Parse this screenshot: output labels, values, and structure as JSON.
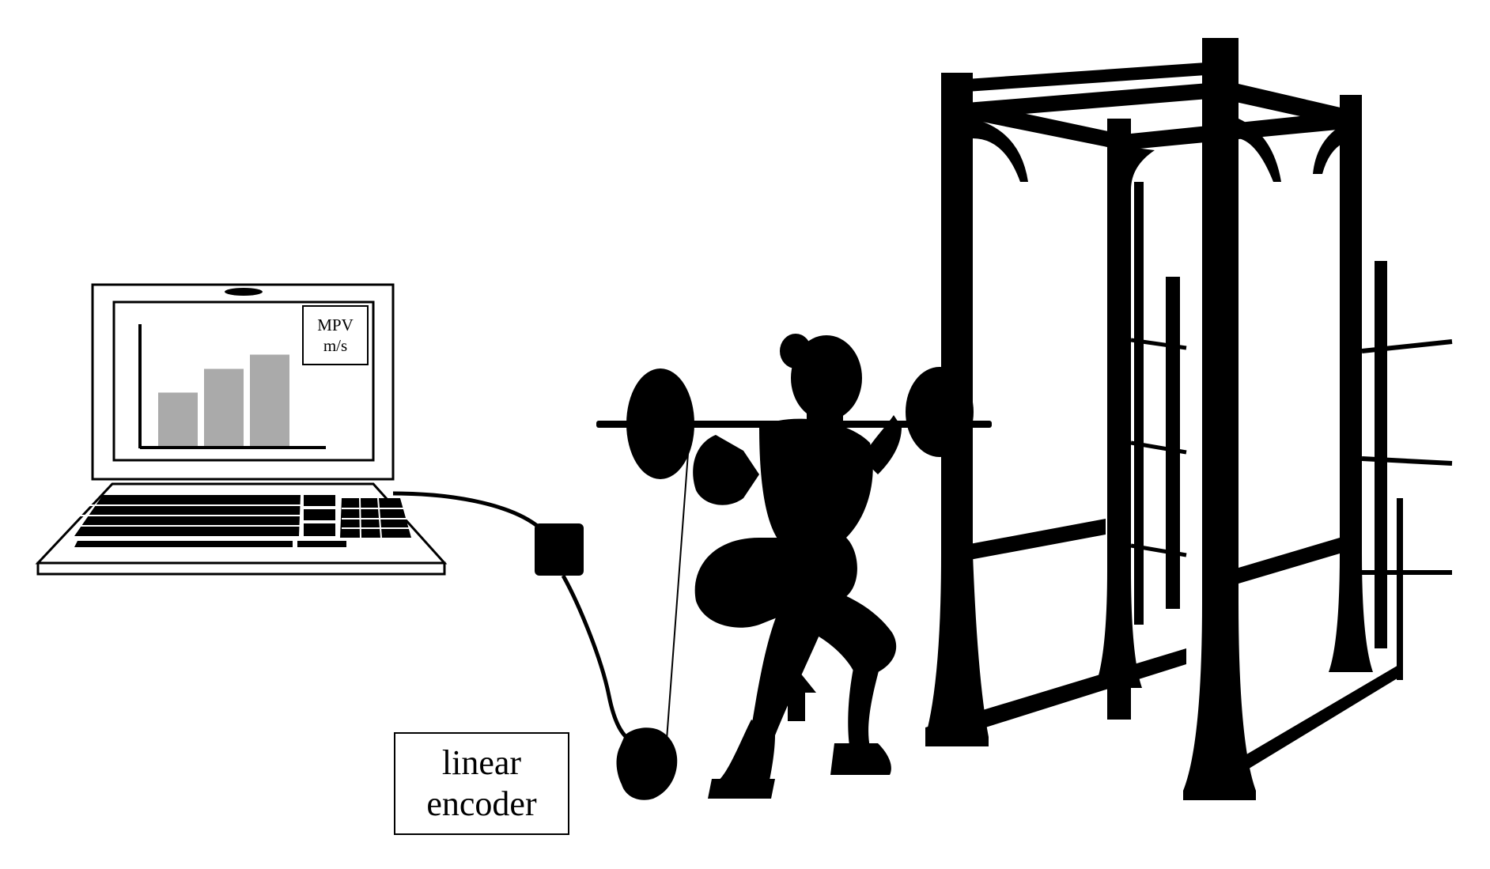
{
  "screen_chart": {
    "label_line1": "MPV",
    "label_line2": "m/s",
    "bars": [
      0.45,
      0.65,
      0.77
    ],
    "bar_color": "#aaaaaa"
  },
  "device_label": {
    "line1": "linear",
    "line2": "encoder"
  },
  "colors": {
    "ink": "#000000",
    "background": "#ffffff"
  },
  "icons": [
    "laptop-icon",
    "encoder-icon",
    "athlete-silhouette-icon",
    "barbell-icon",
    "power-rack-icon",
    "up-arrow-icon"
  ]
}
